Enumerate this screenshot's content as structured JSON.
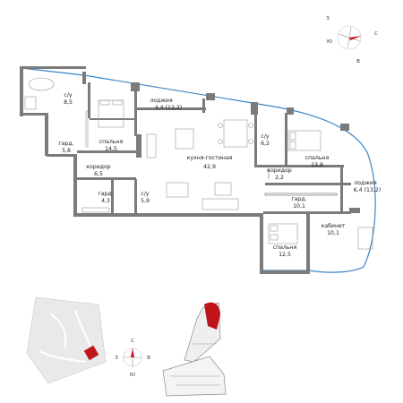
{
  "colors": {
    "wall": "#7b7b7b",
    "glass": "#3a86c8",
    "accent": "#c0141b",
    "site": "#e9e9e9"
  },
  "rooms": {
    "bath1": {
      "name": "с/у",
      "area": "8,5"
    },
    "loggia1": {
      "name": "лоджия",
      "area": "4,4 (12,2)"
    },
    "bath2": {
      "name": "с/у",
      "area": "6,2"
    },
    "dress1": {
      "name": "гард.",
      "area": "5,8"
    },
    "bedroom1": {
      "name": "спальня",
      "area": "14,5"
    },
    "kitchen": {
      "name": "кухня-гостиная",
      "area": "42,9"
    },
    "bedroom2": {
      "name": "спальня",
      "area": "13,8"
    },
    "corridor1": {
      "name": "коридор",
      "area": "6,5"
    },
    "corridor2": {
      "name": "коридор",
      "area": "2,2"
    },
    "loggia2": {
      "name": "лоджия",
      "area": "6,4 (13,2)"
    },
    "dress2": {
      "name": "гард.",
      "area": "4,3"
    },
    "bath3": {
      "name": "с/у",
      "area": "5,9"
    },
    "dress3": {
      "name": "гард.",
      "area": "10,1"
    },
    "cabinet": {
      "name": "кабинет",
      "area": "10,1"
    },
    "bedroom3": {
      "name": "спальня",
      "area": "12,5"
    }
  },
  "compass_top": {
    "n": "С",
    "s": "Ю",
    "e": "В",
    "w": "З"
  },
  "compass_bottom": {
    "n": "С",
    "s": "Ю",
    "e": "В",
    "w": "З"
  }
}
